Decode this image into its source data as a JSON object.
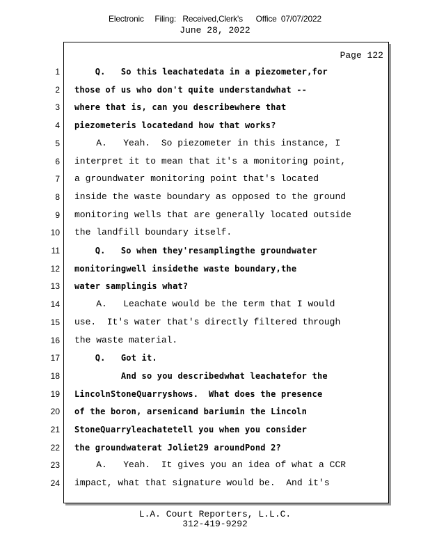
{
  "header": {
    "stamp": "Electronic     Filing:   Received,Clerk's      Office  07/07/2022",
    "date": "June 28, 2022"
  },
  "page": {
    "label": "Page 122"
  },
  "lines": [
    {
      "n": "1",
      "text": "    Q.   So this leachatedata in a piezometer,for",
      "bold": true
    },
    {
      "n": "2",
      "text": "those of us who don't quite understandwhat --",
      "bold": true
    },
    {
      "n": "3",
      "text": "where that is, can you describewhere that",
      "bold": true
    },
    {
      "n": "4",
      "text": "piezometeris locatedand how that works?",
      "bold": true
    },
    {
      "n": "5",
      "text": "    A.   Yeah.  So piezometer in this instance, I",
      "bold": false
    },
    {
      "n": "6",
      "text": "interpret it to mean that it's a monitoring point,",
      "bold": false
    },
    {
      "n": "7",
      "text": "a groundwater monitoring point that's located",
      "bold": false
    },
    {
      "n": "8",
      "text": "inside the waste boundary as opposed to the ground",
      "bold": false
    },
    {
      "n": "9",
      "text": "monitoring wells that are generally located outside",
      "bold": false
    },
    {
      "n": "10",
      "text": "the landfill boundary itself.",
      "bold": false
    },
    {
      "n": "11",
      "text": "    Q.   So when they'resamplingthe groundwater",
      "bold": true
    },
    {
      "n": "12",
      "text": "monitoringwell insidethe waste boundary,the",
      "bold": true
    },
    {
      "n": "13",
      "text": "water samplingis what?",
      "bold": true
    },
    {
      "n": "14",
      "text": "    A.   Leachate would be the term that I would",
      "bold": false
    },
    {
      "n": "15",
      "text": "use.  It's water that's directly filtered through",
      "bold": false
    },
    {
      "n": "16",
      "text": "the waste material.",
      "bold": false
    },
    {
      "n": "17",
      "text": "    Q.   Got it.",
      "bold": true
    },
    {
      "n": "18",
      "text": "         And so you describedwhat leachatefor the",
      "bold": true
    },
    {
      "n": "19",
      "text": "LincolnStoneQuarryshows.  What does the presence",
      "bold": true
    },
    {
      "n": "20",
      "text": "of the boron, arsenicand bariumin the Lincoln",
      "bold": true
    },
    {
      "n": "21",
      "text": "StoneQuarryleachatetell you when you consider",
      "bold": true
    },
    {
      "n": "22",
      "text": "the groundwaterat Joliet29 aroundPond 2?",
      "bold": true
    },
    {
      "n": "23",
      "text": "    A.   Yeah.  It gives you an idea of what a CCR",
      "bold": false
    },
    {
      "n": "24",
      "text": "impact, what that signature would be.  And it's",
      "bold": false
    }
  ],
  "footer": {
    "company": "L.A. Court Reporters, L.L.C.",
    "phone": "312-419-9292"
  }
}
